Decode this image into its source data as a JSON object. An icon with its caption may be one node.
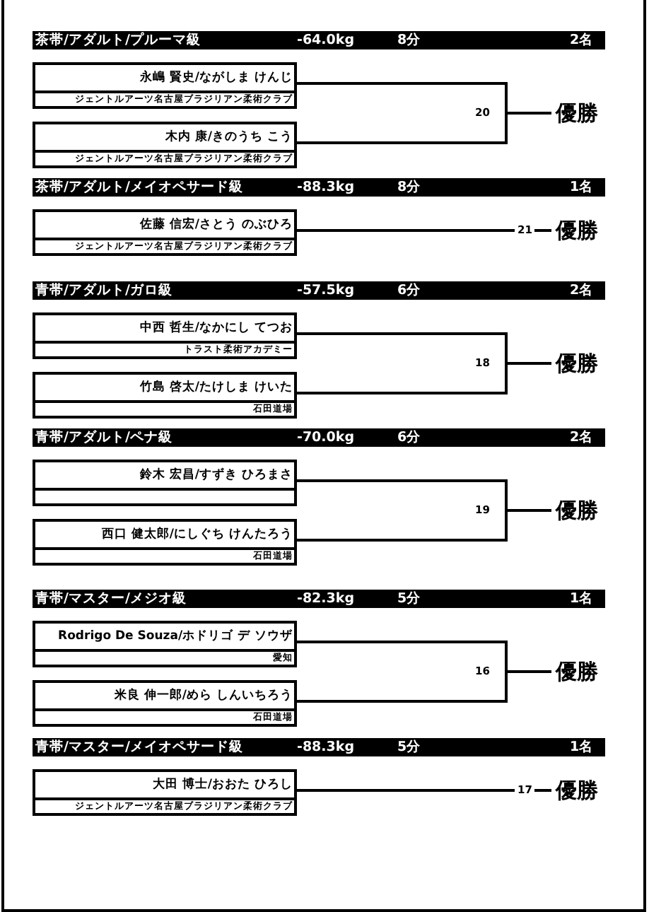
{
  "diagram": {
    "nodes": [
      {
        "text": [
          "茶帯/アダルト/プルーマ級",
          "-64.0kg",
          "8分",
          "2名"
        ]
      },
      {
        "text": [
          "永嶋 賢史/ながしま けんじ",
          "ジェントルアーツ名古屋ブラジリアン柔術クラブ"
        ]
      },
      {
        "text": [
          "木内 康/きのうち こう",
          "ジェントルアーツ名古屋ブラジリアン柔術クラブ"
        ]
      },
      {
        "text": [
          "優勝"
        ]
      },
      {
        "text": [
          "茶帯/アダルト/メイオペサード級",
          "-88.3kg",
          "8分",
          "1名"
        ]
      },
      {
        "text": [
          "佐藤 信宏/さとう のぶひろ",
          "ジェントルアーツ名古屋ブラジリアン柔術クラブ"
        ]
      },
      {
        "text": [
          "優勝"
        ]
      },
      {
        "text": [
          "青帯/アダルト/ガロ級",
          "-57.5kg",
          "6分",
          "2名"
        ]
      },
      {
        "text": [
          "中西 哲生/なかにし てつお",
          "トラスト柔術アカデミー"
        ]
      },
      {
        "text": [
          "竹島 啓太/たけしま けいた",
          "石田道場"
        ]
      },
      {
        "text": [
          "優勝"
        ]
      },
      {
        "text": [
          "青帯/アダルト/ペナ級",
          "-70.0kg",
          "6分",
          "2名"
        ]
      },
      {
        "text": [
          "鈴木 宏昌/すずき ひろまさ"
        ]
      },
      {
        "text": [
          "西口 健太郎/にしぐち けんたろう",
          "石田道場"
        ]
      },
      {
        "text": [
          "優勝"
        ]
      },
      {
        "text": [
          "青帯/マスター/メジオ級",
          "-82.3kg",
          "5分",
          "1名"
        ]
      },
      {
        "text": [
          "Rodrigo De Souza/ホドリゴ デ ソウザ",
          "愛知"
        ]
      },
      {
        "text": [
          "米良  伸一郎/めら しんいちろう",
          "石田道場"
        ]
      },
      {
        "text": [
          "優勝"
        ]
      },
      {
        "text": [
          "青帯/マスター/メイオペサード級",
          "-88.3kg",
          "5分",
          "1名"
        ]
      },
      {
        "text": [
          "大田 博士/おおた ひろし",
          "ジェントルアーツ名古屋ブラジリアン柔術クラブ"
        ]
      },
      {
        "text": [
          "優勝"
        ]
      }
    ],
    "edges": [
      {
        "from": 1,
        "to": 3,
        "arrow": "none"
      },
      {
        "from": 2,
        "to": 3,
        "arrow": "none"
      },
      {
        "from": 5,
        "to": 6,
        "arrow": "none",
        "label": "21"
      },
      {
        "from": 8,
        "to": 10,
        "arrow": "none"
      },
      {
        "from": 9,
        "to": 10,
        "arrow": "none"
      },
      {
        "from": 12,
        "to": 14,
        "arrow": "none"
      },
      {
        "from": 13,
        "to": 14,
        "arrow": "none"
      },
      {
        "from": 16,
        "to": 18,
        "arrow": "none"
      },
      {
        "from": 17,
        "to": 18,
        "arrow": "none"
      },
      {
        "from": 20,
        "to": 21,
        "arrow": "none",
        "label": "17"
      }
    ],
    "labels": [
      "20",
      "18",
      "19",
      "16"
    ]
  }
}
